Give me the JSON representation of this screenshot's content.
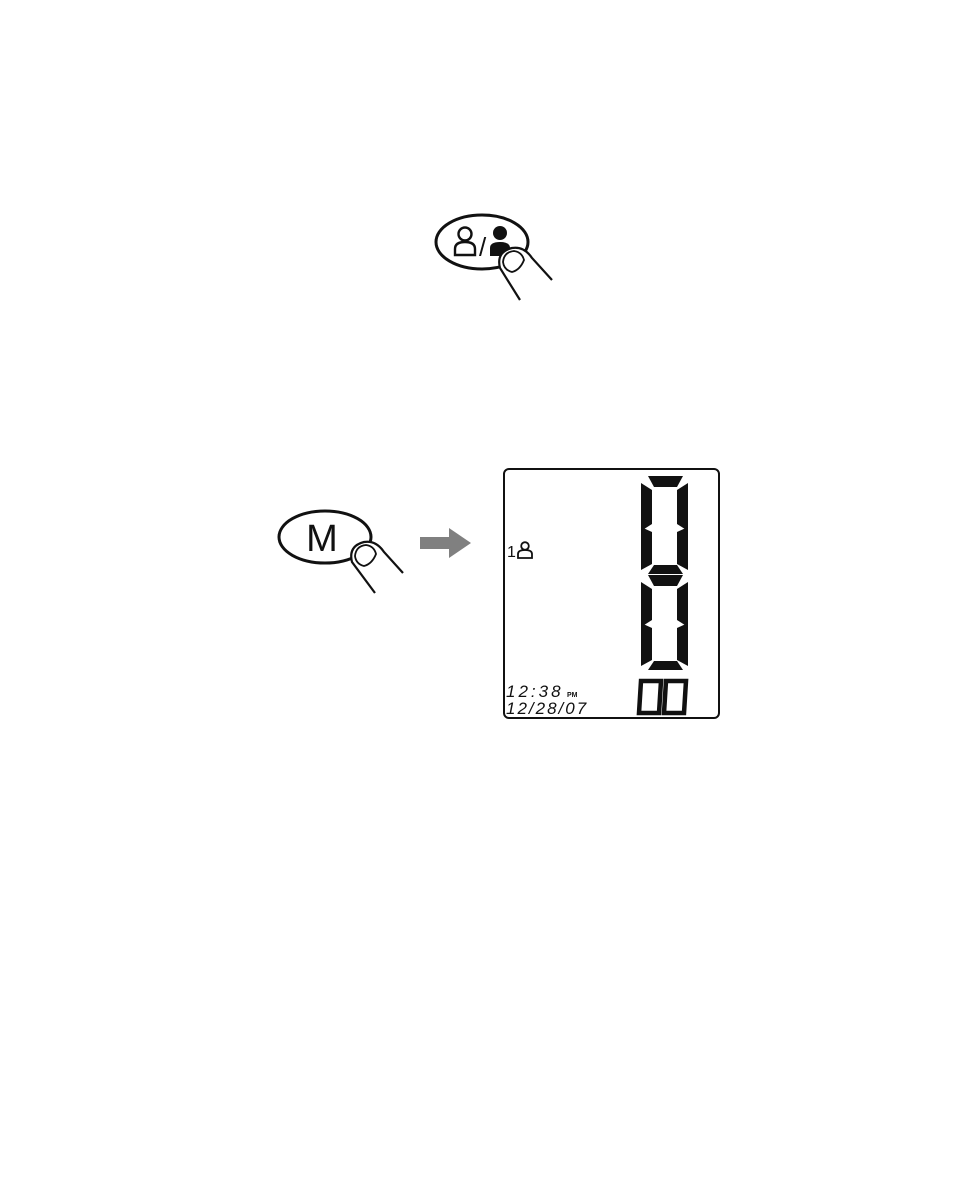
{
  "user_button": {
    "icons": [
      "user-outline-icon",
      "user-filled-icon"
    ],
    "separator": "/"
  },
  "memory_button": {
    "label": "M"
  },
  "arrow": {
    "color": "#808080"
  },
  "lcd": {
    "user_number": "1",
    "user_icon": "user-outline-icon",
    "systolic": "0",
    "diastolic": "0",
    "pulse": "00",
    "time": "12:38",
    "ampm": "PM",
    "date": "12/28/07"
  }
}
